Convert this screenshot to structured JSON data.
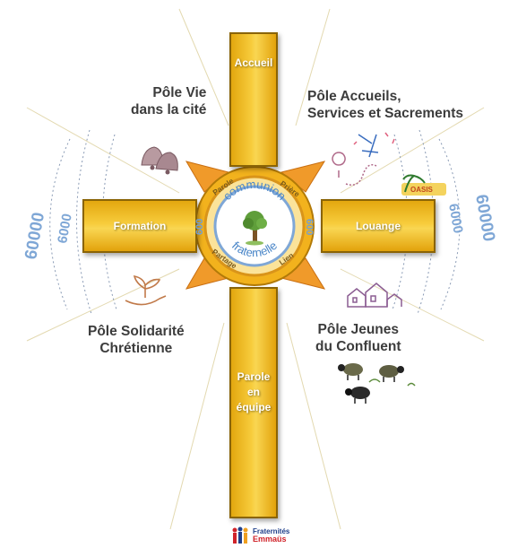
{
  "cross": {
    "top": "Accueil",
    "left": "Formation",
    "right": "Louange",
    "bottom_line1": "Parole",
    "bottom_line2": "en",
    "bottom_line3": "équipe"
  },
  "center": {
    "line1": "communion",
    "line2": "fraternelle",
    "ring_words": [
      "Parole",
      "Prière",
      "Partage",
      "Lien"
    ]
  },
  "poles": {
    "top_left_line1": "Pôle Vie",
    "top_left_line2": "dans la cité",
    "top_right_line1": "Pôle Accueils,",
    "top_right_line2": "Services et Sacrements",
    "bottom_left_line1": "Pôle Solidarité",
    "bottom_left_line2": "Chrétienne",
    "bottom_right_line1": "Pôle Jeunes",
    "bottom_right_line2": "du Confluent"
  },
  "counts": {
    "outer": "60000",
    "inner": "6000",
    "center_left": "600",
    "center_right": "600"
  },
  "oasis_label": "OASIS",
  "logo": {
    "line1": "Fraternités",
    "line2": "Emmaüs"
  },
  "colors": {
    "gold": "#f2c12e",
    "orange": "#f09a2a",
    "blue": "#7fa7d6"
  }
}
